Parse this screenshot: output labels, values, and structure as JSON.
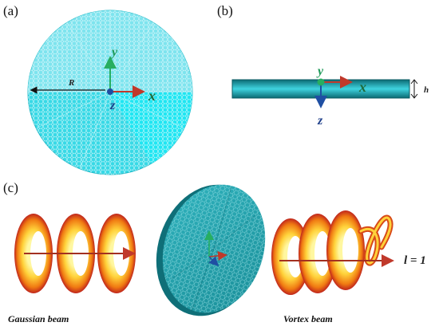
{
  "panels": {
    "a": {
      "label": "(a)",
      "radius_label": "R",
      "axis_y": "y",
      "axis_x": "x",
      "axis_z": "z"
    },
    "b": {
      "label": "(b)",
      "axis_y": "y",
      "axis_x": "x",
      "axis_z": "z",
      "thickness_label": "h"
    },
    "c": {
      "label": "(c)",
      "gaussian_label": "Gaussian beam",
      "vortex_label": "Vortex beam",
      "topological_charge": "l = 1"
    }
  },
  "colors": {
    "disk_fill": "#38d9e6",
    "disk_light": "#8fe9f2",
    "hex_line": "#e8fbfd",
    "plate_dark": "#0f6f78",
    "axis_red": "#c0392b",
    "axis_green": "#27ae60",
    "axis_blue": "#1f4fa3"
  }
}
